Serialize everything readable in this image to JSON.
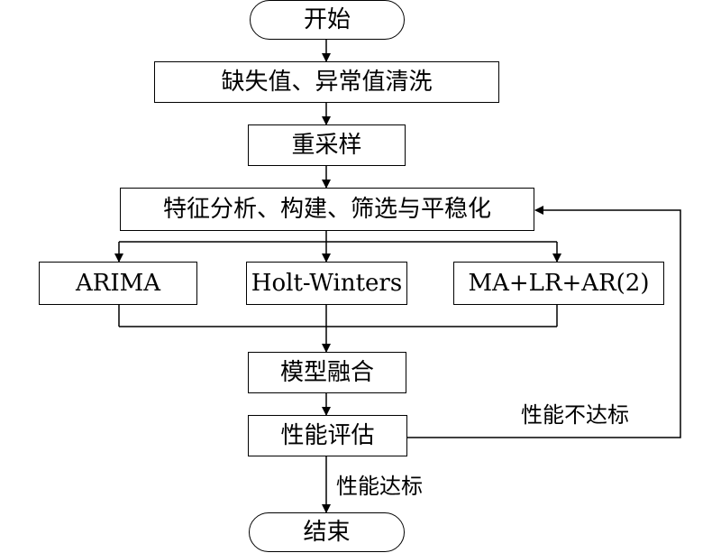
{
  "nodes": {
    "start": "开始",
    "cleaning": "缺失值、异常值清洗",
    "resampling": "重采样",
    "features": "特征分析、构建、筛选与平稳化",
    "arima": "ARIMA",
    "holt_winters": "Holt-Winters",
    "ma_lr_ar": "MA+LR+AR(2)",
    "fusion": "模型融合",
    "evaluation": "性能评估",
    "end": "结束"
  },
  "edges": {
    "not_met": "性能不达标",
    "met": "性能达标"
  },
  "colors": {
    "stroke": "#000000",
    "background": "#ffffff"
  }
}
